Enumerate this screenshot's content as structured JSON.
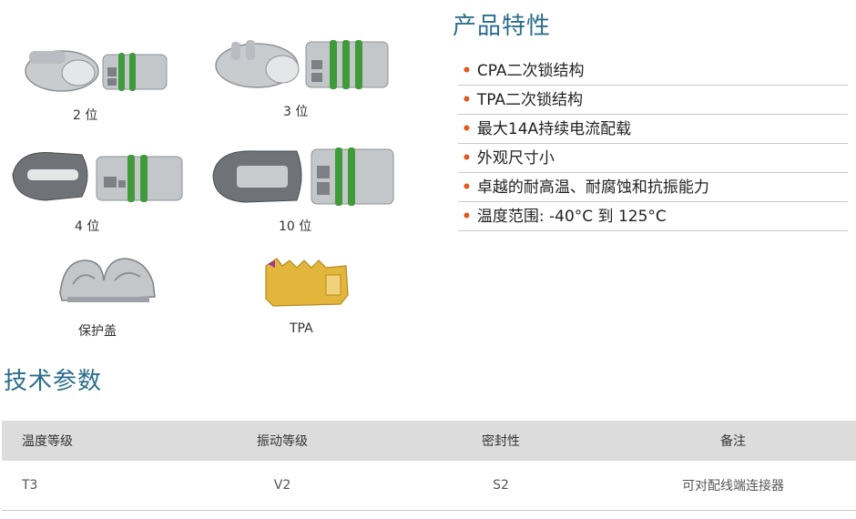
{
  "products": [
    {
      "icon": "2-pin-connector-icon",
      "caption": "2 位"
    },
    {
      "icon": "3-pin-connector-icon",
      "caption": "3 位"
    },
    {
      "icon": "4-pin-connector-icon",
      "caption": "4 位"
    },
    {
      "icon": "10-pin-connector-icon",
      "caption": "10 位"
    },
    {
      "icon": "protective-cover-icon",
      "caption": "保护盖"
    },
    {
      "icon": "tpa-icon",
      "caption": "TPA"
    }
  ],
  "features": {
    "title": "产品特性",
    "items": [
      "CPA二次锁结构",
      "TPA二次锁结构",
      "最大14A持续电流配载",
      "外观尺寸小",
      "卓越的耐高温、耐腐蚀和抗振能力",
      "温度范围: -40°C 到 125°C"
    ]
  },
  "specs": {
    "title": "技术参数",
    "headers": [
      "温度等级",
      "振动等级",
      "密封性",
      "备注"
    ],
    "row": [
      "T3",
      "V2",
      "S2",
      "可对配线端连接器"
    ]
  },
  "colors": {
    "accent": "#2c6d8c",
    "bullet": "#e05a1e",
    "seal_green": "#3f9b3a",
    "tpa_yellow": "#e2b63a"
  }
}
